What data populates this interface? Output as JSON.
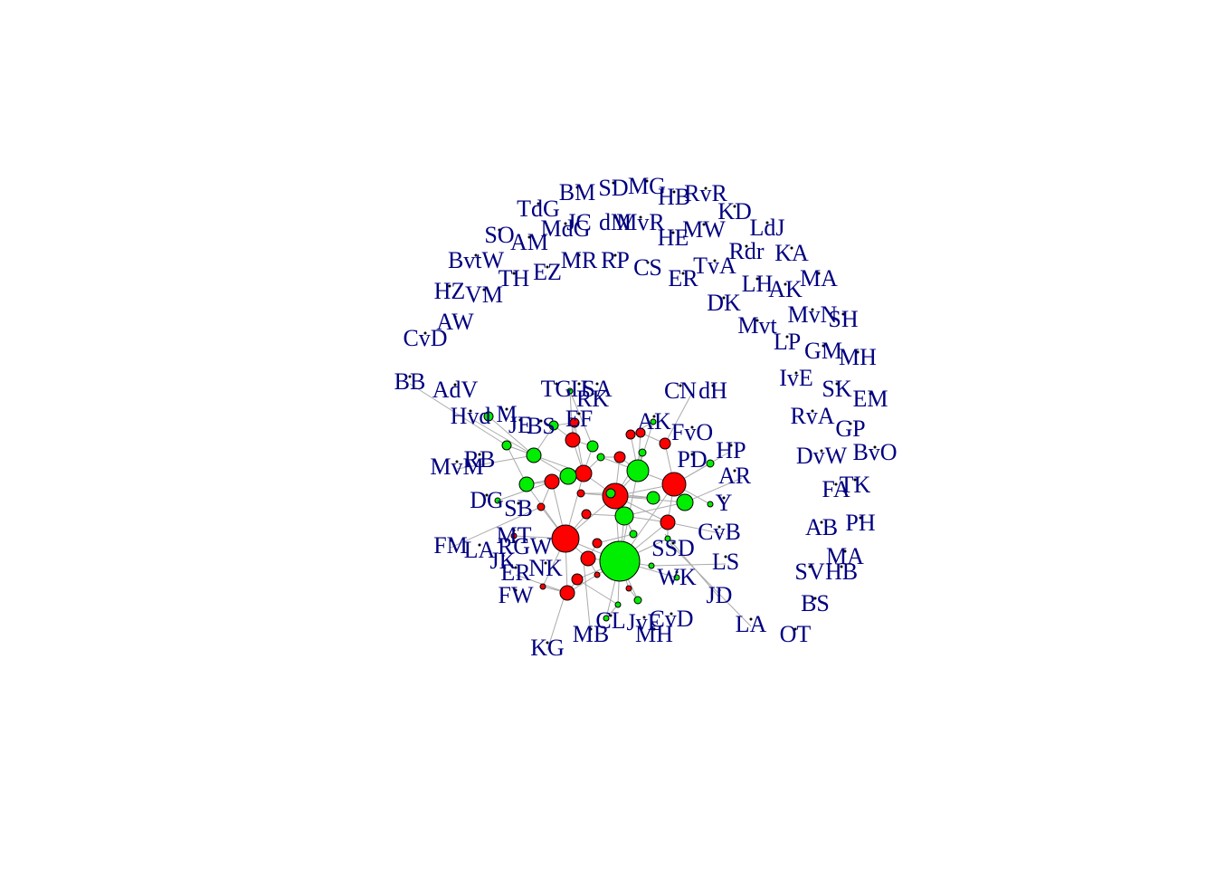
{
  "colors": {
    "label": "#000080",
    "edge": "#aaaaaa",
    "node_outline": "#000000",
    "red_node": "#ff0000",
    "green_node": "#00ee00"
  },
  "labels": [
    "BM",
    "SD",
    "MG",
    "HB",
    "RvR",
    "TdG",
    "JC",
    "dM",
    "MvR",
    "KD",
    "MdG",
    "HE",
    "MW",
    "LdJ",
    "SO",
    "AM",
    "Rdr",
    "KA",
    "BvtW",
    "MR",
    "RP",
    "CS",
    "TvA",
    "EZ",
    "TH",
    "ER",
    "LH",
    "AK",
    "MA",
    "HZ",
    "VM",
    "DK",
    "MvN",
    "SH",
    "AW",
    "Mvt",
    "CvD",
    "LP",
    "GM",
    "MH",
    "BB",
    "AdV",
    "IvE",
    "SK",
    "EM",
    "TG",
    "IJ",
    "SA",
    "RK",
    "CN",
    "dH",
    "RvA",
    "GP",
    "Hvd",
    "M",
    "JE",
    "BS",
    "EF",
    "FvO",
    "AK",
    "HP",
    "DvW",
    "BvO",
    "MvM",
    "RB",
    "PD",
    "AR",
    "FA",
    "TK",
    "DG",
    "SB",
    "Y",
    "AB",
    "PH",
    "MT",
    "CvB",
    "FM",
    "LA",
    "RG",
    "W",
    "SSD",
    "MA",
    "JK",
    "LS",
    "SV",
    "HB",
    "ER",
    "NK",
    "WK",
    "FW",
    "JD",
    "BS",
    "LA",
    "OT",
    "CL",
    "MB",
    "JvE",
    "CvD",
    "KG",
    "MH"
  ]
}
